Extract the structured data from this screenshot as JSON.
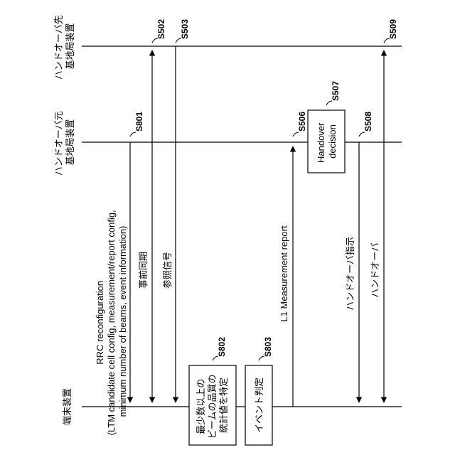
{
  "entities": {
    "target_bs": [
      "ハンドオーバ先",
      "基地局装置"
    ],
    "source_bs": [
      "ハンドオーバ元",
      "基地局装置"
    ],
    "terminal": [
      "端末装置"
    ]
  },
  "steps": {
    "s502": "S502",
    "s503": "S503",
    "s506": "S506",
    "s507": "S507",
    "s508": "S508",
    "s509": "S509",
    "s801": "S801",
    "s802": "S802",
    "s803": "S803"
  },
  "messages": {
    "rrc": [
      "RRC reconfiguration",
      "(LTM candidate cell config, measurement/report config,",
      "minimum number of beams, event information)"
    ],
    "pre_sync": "事前同期",
    "reference_signal": "参照信号",
    "l1_report": "L1 Measurement report",
    "ho_command": "ハンドオーバ指示",
    "handover": "ハンドオーバ"
  },
  "boxes": {
    "handover_decision": [
      "Handover",
      "decision"
    ],
    "beam_stats": [
      "最少数以上の",
      "ビームの品質の",
      "統計値を特定"
    ],
    "event_judgement": [
      "イベント判定"
    ]
  }
}
